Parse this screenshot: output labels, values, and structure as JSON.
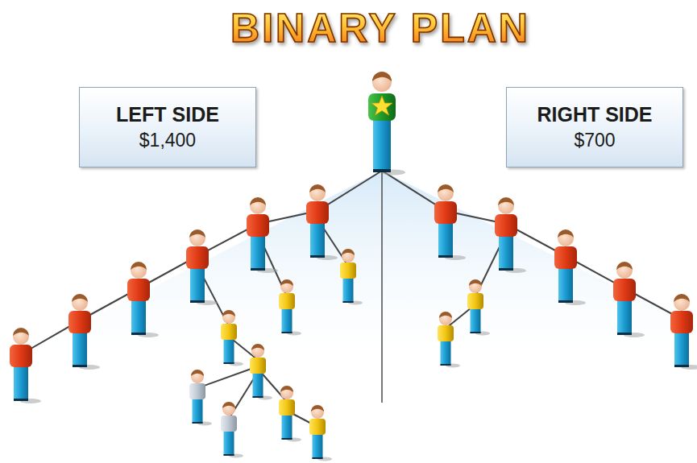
{
  "diagram": {
    "title": "BINARY PLAN",
    "nodes": [
      {
        "text": [
          "LEFT SIDE",
          "$1,400"
        ]
      },
      {
        "text": [
          "RIGHT SIDE",
          "$700"
        ]
      }
    ]
  }
}
